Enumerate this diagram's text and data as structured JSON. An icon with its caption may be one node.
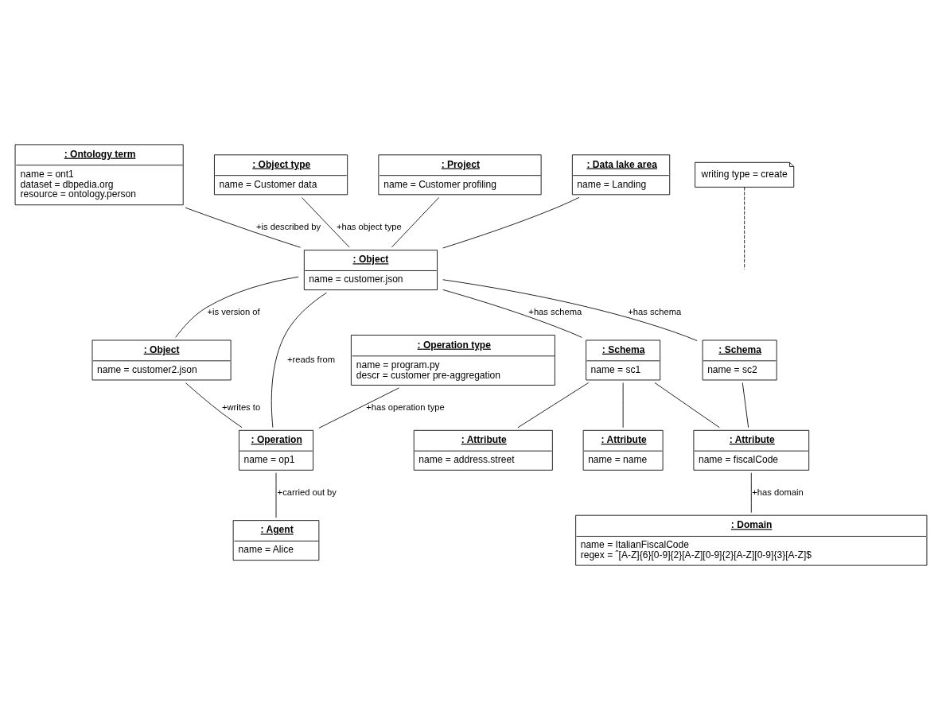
{
  "diagram": {
    "nodes": [
      {
        "text": [
          ": Ontology term",
          "name = ont1",
          "dataset = dbpedia.org",
          "resource = ontology.person"
        ]
      },
      {
        "text": [
          ": Object type",
          "name = Customer data"
        ]
      },
      {
        "text": [
          ": Project",
          "name = Customer profiling"
        ]
      },
      {
        "text": [
          ": Data lake area",
          "name = Landing"
        ]
      },
      {
        "text": [
          ": Object",
          "name = customer.json"
        ]
      },
      {
        "text": [
          ": Operation type",
          "name = program.py",
          "descr = customer pre-aggregation"
        ]
      },
      {
        "text": [
          ": Object",
          "name = customer2.json"
        ]
      },
      {
        "text": [
          ": Operation",
          "name = op1"
        ]
      },
      {
        "text": [
          "writing type = create"
        ]
      },
      {
        "text": [
          ": Schema",
          "name = sc1"
        ]
      },
      {
        "text": [
          ": Schema",
          "name = sc2"
        ]
      },
      {
        "text": [
          ": Agent",
          "name = Alice"
        ]
      },
      {
        "text": [
          ": Attribute",
          "name = name"
        ]
      },
      {
        "text": [
          ": Attribute",
          "name = address.street"
        ]
      },
      {
        "text": [
          ": Attribute",
          "name = fiscalCode"
        ]
      },
      {
        "text": [
          ": Domain",
          "name = ItalianFiscalCode",
          "regex = ˆ[A-Z]{6}[0-9]{2}[A-Z][0-9]{2}[A-Z][0-9]{3}[A-Z]$"
        ]
      }
    ],
    "edges": [
      {
        "from": 0,
        "to": 4,
        "arrow": "none",
        "label": "+is described by"
      },
      {
        "from": 1,
        "to": 4,
        "arrow": "none",
        "label": "+has object type"
      },
      {
        "from": 2,
        "to": 4,
        "arrow": "none"
      },
      {
        "from": 3,
        "to": 4,
        "arrow": "none"
      },
      {
        "from": 4,
        "to": 9,
        "arrow": "none",
        "label": "+has schema"
      },
      {
        "from": 4,
        "to": 10,
        "arrow": "none",
        "label": "+has schema"
      },
      {
        "from": 4,
        "to": 6,
        "arrow": "none",
        "label": "+is version of"
      },
      {
        "from": 4,
        "to": 7,
        "arrow": "none",
        "label": "+reads from"
      },
      {
        "from": 6,
        "to": 7,
        "arrow": "none",
        "label": "+writes to"
      },
      {
        "from": 5,
        "to": 7,
        "arrow": "none",
        "label": "+has operation type"
      },
      {
        "from": 7,
        "to": 11,
        "arrow": "none",
        "label": "+carried out by"
      },
      {
        "from": 9,
        "to": 12,
        "arrow": "none"
      },
      {
        "from": 9,
        "to": 13,
        "arrow": "none"
      },
      {
        "from": 9,
        "to": 14,
        "arrow": "none"
      },
      {
        "from": 10,
        "to": 14,
        "arrow": "none"
      },
      {
        "from": 14,
        "to": 15,
        "arrow": "none",
        "label": "+has domain"
      },
      {
        "from": 8,
        "to": null,
        "arrow": "none",
        "style": "dashed"
      }
    ]
  }
}
